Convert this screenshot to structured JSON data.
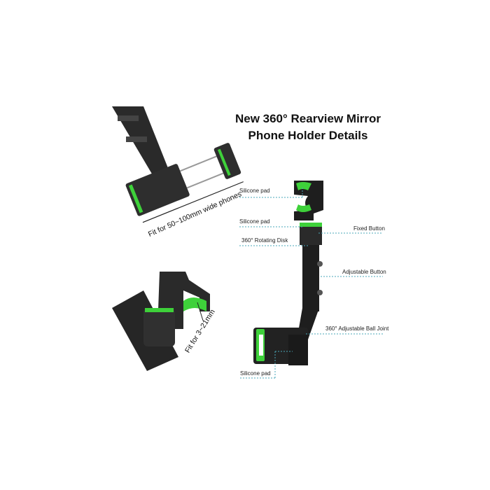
{
  "title": {
    "line1": "New 360° Rearview Mirror",
    "line2": "Phone Holder Details"
  },
  "callouts": {
    "width_fit": "Fit for 50~100mm wide phones",
    "mirror_fit": "Fit for 3~21mm"
  },
  "labels": {
    "silicone_pad_top": "Silicone pad",
    "silicone_pad_mid": "Silicone pad",
    "rotating_disk": "360° Rotating Disk",
    "fixed_button": "Fixed Button",
    "adjustable_button": "Adjustable Button",
    "ball_joint": "360° Adjustable Ball Joint",
    "silicone_pad_bottom": "Silicone pad"
  },
  "colors": {
    "accent_green": "#3ed13a",
    "body_black": "#1e1e1e",
    "leader_line": "#4aa7b8"
  }
}
